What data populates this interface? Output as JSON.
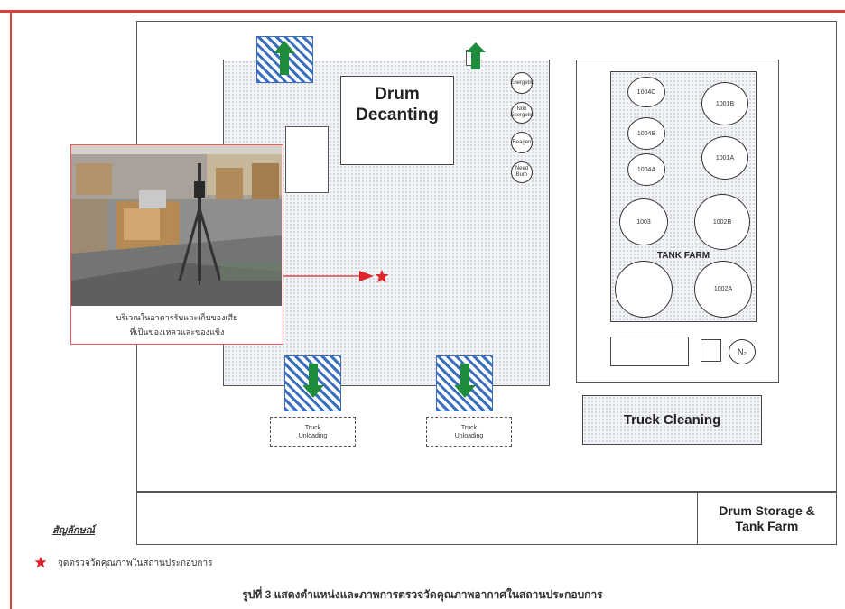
{
  "areas": {
    "drum_decanting": "Drum\nDecanting",
    "tank_farm_label": "TANK FARM",
    "truck_cleaning": "Truck Cleaning",
    "drum_storage": "Drum Storage &\nTank Farm",
    "truck_unloading_left": "Truck\nUnloading",
    "truck_unloading_right": "Truck\nUnloading"
  },
  "side_units": [
    "Energetic",
    "Non Energetic",
    "Reagen",
    "Need Burn"
  ],
  "tanks": [
    "1004C",
    "1001B",
    "1004B",
    "1004A",
    "1001A",
    "1003",
    "1002B",
    "1002A"
  ],
  "nitrogen": "N₂",
  "photo_caption": "บริเวณในอาคารรับและเก็บของเสีย\nที่เป็นของเหลวและของแข็ง",
  "legend": {
    "title": "สัญลักษณ์",
    "star_label": "จุดตรวจวัดคุณภาพในสถานประกอบการ"
  },
  "figure_caption": "รูปที่ 3 แสดงตำแหน่งและภาพการตรวจวัดคุณภาพอากาศในสถานประกอบการ",
  "colors": {
    "page_border": "#d9403b",
    "arrow": "#1e8c3a",
    "hatch": "#3a6fbf",
    "marker": "#e0242c"
  }
}
